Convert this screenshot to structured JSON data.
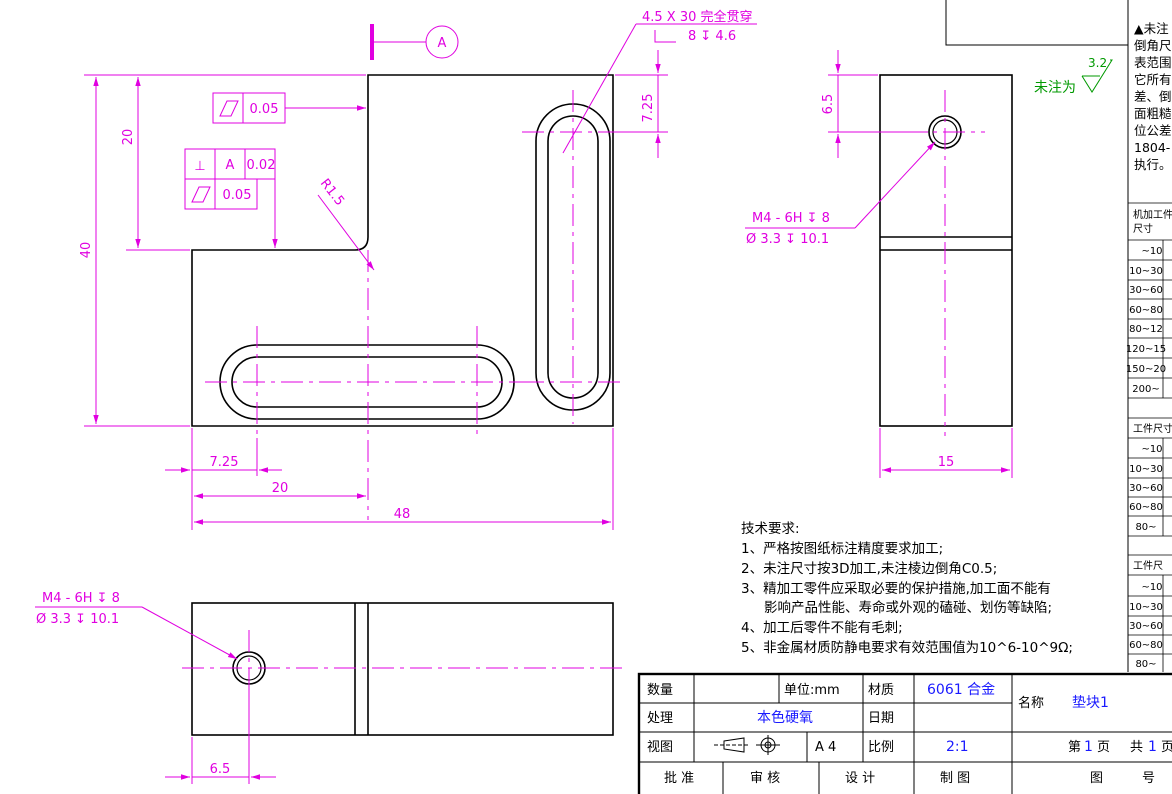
{
  "annotations": {
    "datum_label": "A",
    "top_note": "4.5 X 30 完全贯穿",
    "top_note_sub": "8 ↧ 4.6",
    "flatness_1": "0.05",
    "perp_symbol": "⊥",
    "perp_datum": "A",
    "perp_value": "0.02",
    "flatness_2": "0.05",
    "radius": "R1.5",
    "hole_note_line1": "M4 - 6H ↧ 8",
    "hole_note_line2": "Ø 3.3 ↧ 10.1",
    "unmarked_label": "未注为",
    "roughness_value": "3.2"
  },
  "dimensions": {
    "height_40": "40",
    "height_20": "20",
    "slot_7_25_v": "7.25",
    "width_7_25": "7.25",
    "width_20": "20",
    "width_48": "48",
    "side_6_5_v": "6.5",
    "side_15": "15",
    "bottom_6_5": "6.5"
  },
  "tech_requirements": {
    "title": "技术要求:",
    "items": [
      "1、严格按图纸标注精度要求加工;",
      "2、未注尺寸按3D加工,未注棱边倒角C0.5;",
      "3、精加工零件应采取必要的保护措施,加工面不能有",
      "影响产品性能、寿命或外观的磕碰、划伤等缺陷;",
      "4、加工后零件不能有毛刺;",
      "5、非金属材质防静电要求有效范围值为10^6-10^9Ω;"
    ]
  },
  "side_notes": {
    "lines": [
      "▲未注",
      "倒角尺",
      "表范围",
      "它所有",
      "差、倒",
      "面粗糙",
      "位公差",
      "1804-",
      "执行。"
    ]
  },
  "tolerance_table": {
    "header1": "机加工件",
    "header1b": "尺寸",
    "rows1": [
      "~10",
      "10~30",
      "30~60",
      "60~80",
      "80~12",
      "120~15",
      "150~20",
      "200~"
    ],
    "header2": "工件尺寸",
    "rows2": [
      "~10",
      "10~30",
      "30~60",
      "60~80",
      "80~"
    ],
    "header3": "工件尺",
    "rows3": [
      "~10",
      "10~30",
      "30~60",
      "60~80",
      "80~"
    ]
  },
  "title_block": {
    "qty_label": "数量",
    "unit_label": "单位:mm",
    "material_label": "材质",
    "material_value": "6061 合金",
    "name_label": "名称",
    "name_value": "垫块1",
    "treatment_label": "处理",
    "treatment_value": "本色硬氧",
    "date_label": "日期",
    "view_label": "视图",
    "paper_size": "A 4",
    "scale_label": "比例",
    "scale_value": "2:1",
    "page_prefix": "第",
    "page_current": "1",
    "page_suffix": "页",
    "total_prefix": "共",
    "page_total": "1",
    "total_suffix": "页",
    "approve_label": "批 准",
    "review_label": "审 核",
    "design_label": "设 计",
    "drawn_label": "制 图",
    "drawing_no_label": "图",
    "drawing_no_label2": "号"
  },
  "colors": {
    "outline": "#000000",
    "dimension": "#e000e0",
    "title_value": "#1a1aff",
    "roughness": "#009900"
  }
}
